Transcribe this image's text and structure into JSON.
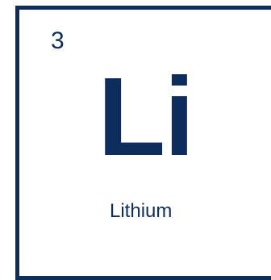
{
  "element": {
    "atomic_number": "3",
    "symbol": "Li",
    "name": "Lithium"
  },
  "colors": {
    "primary": "#0d2d5c",
    "background": "#ffffff"
  }
}
